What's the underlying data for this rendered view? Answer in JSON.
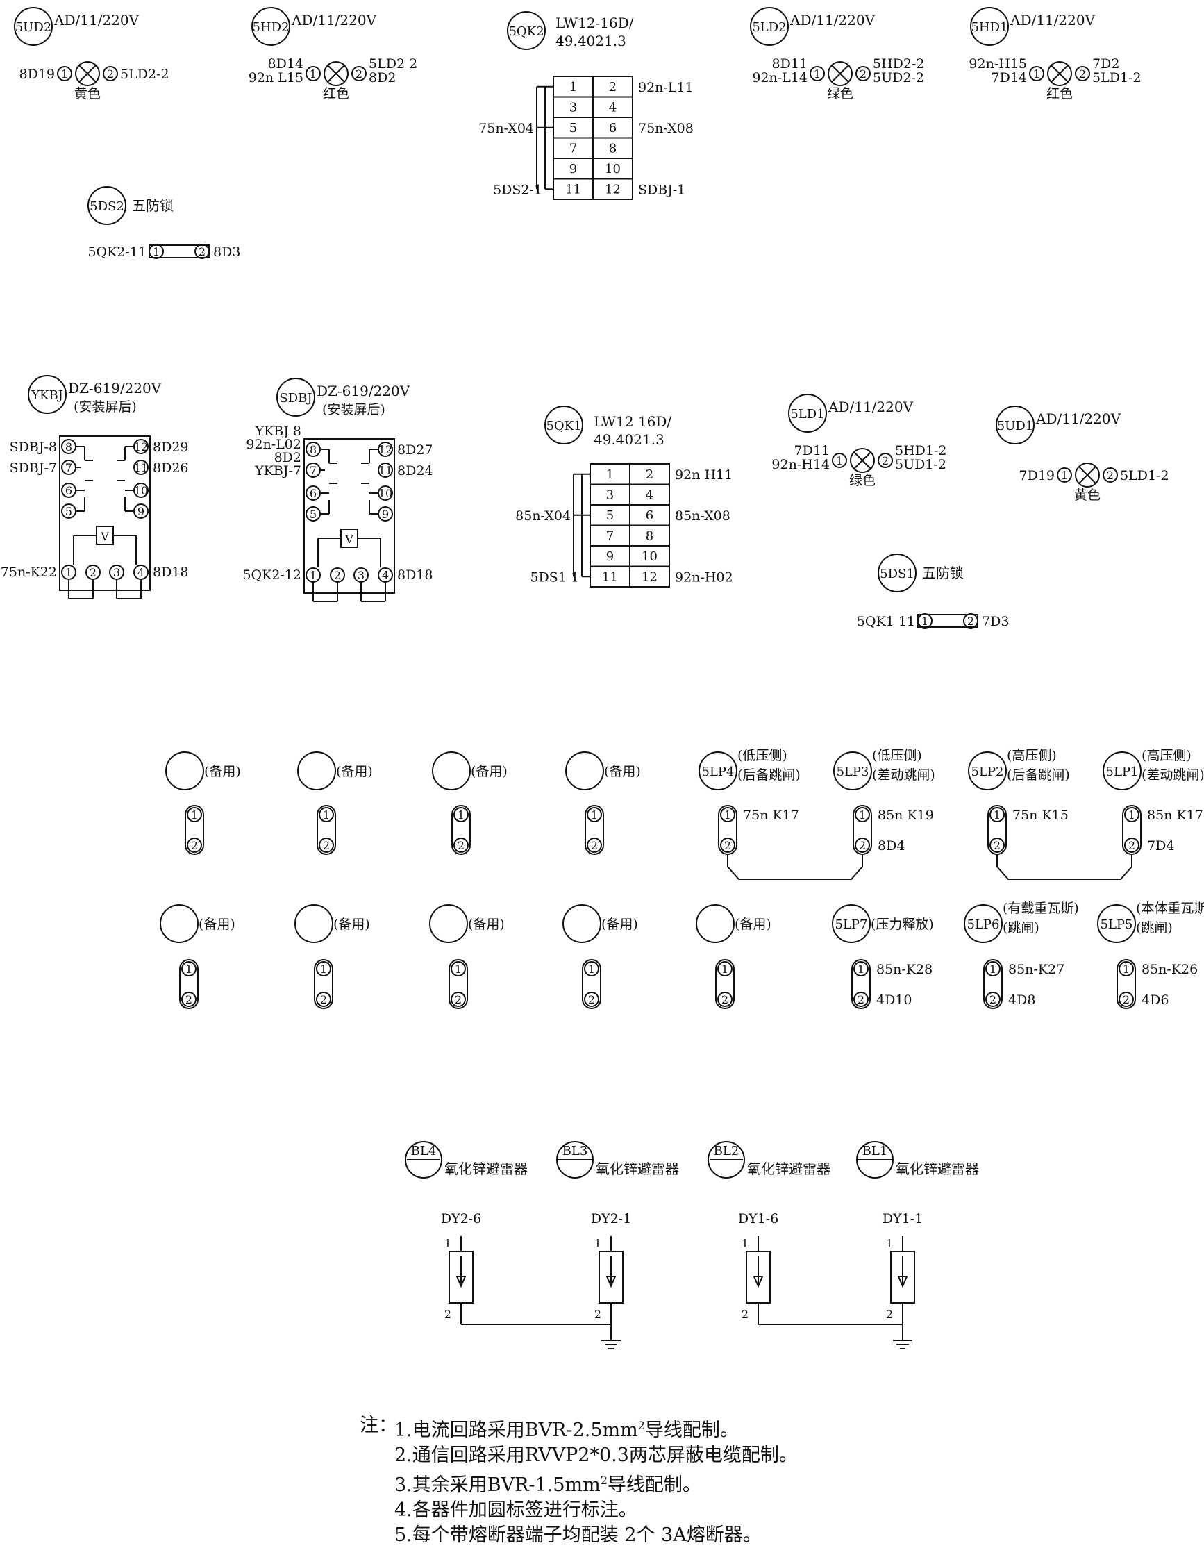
{
  "indicator_lamps": [
    {
      "tag": "5UD2",
      "model": "AD/11/220V",
      "left_terms": [
        "8D19"
      ],
      "right_terms": [
        "5LD2-2"
      ],
      "color": "黄色"
    },
    {
      "tag": "5HD2",
      "model": "AD/11/220V",
      "left_terms": [
        "8D14",
        "92n L15"
      ],
      "right_terms": [
        "5LD2 2",
        "8D2"
      ],
      "color": "红色"
    },
    {
      "tag": "5LD2",
      "model": "AD/11/220V",
      "left_terms": [
        "8D11",
        "92n-L14"
      ],
      "right_terms": [
        "5HD2-2",
        "5UD2-2"
      ],
      "color": "绿色"
    },
    {
      "tag": "5HD1",
      "model": "AD/11/220V",
      "left_terms": [
        "92n-H15",
        "7D14"
      ],
      "right_terms": [
        "7D2",
        "5LD1-2"
      ],
      "color": "红色"
    },
    {
      "tag": "5LD1",
      "model": "AD/11/220V",
      "left_terms": [
        "7D11",
        "92n-H14"
      ],
      "right_terms": [
        "5HD1-2",
        "5UD1-2"
      ],
      "color": "绿色"
    },
    {
      "tag": "5UD1",
      "model": "AD/11/220V",
      "left_terms": [
        "7D19"
      ],
      "right_terms": [
        "5LD1-2"
      ],
      "color": "黄色"
    }
  ],
  "interlocks": [
    {
      "tag": "5DS2",
      "name": "五防锁",
      "left": "5QK2-11",
      "right": "8D3"
    },
    {
      "tag": "5DS1",
      "name": "五防锁",
      "left": "5QK1 11",
      "right": "7D3"
    }
  ],
  "switches": [
    {
      "tag": "5QK2",
      "model": [
        "LW12-16D/",
        "49.4021.3"
      ],
      "cells": [
        [
          "1",
          "2"
        ],
        [
          "3",
          "4"
        ],
        [
          "5",
          "6"
        ],
        [
          "7",
          "8"
        ],
        [
          "9",
          "10"
        ],
        [
          "11",
          "12"
        ]
      ],
      "top_right": "92n-L11",
      "mid_left": "75n-X04",
      "mid_right": "75n-X08",
      "bottom_left": "5DS2-1",
      "bottom_right": "SDBJ-1"
    },
    {
      "tag": "5QK1",
      "model": [
        "LW12 16D/",
        "49.4021.3"
      ],
      "cells": [
        [
          "1",
          "2"
        ],
        [
          "3",
          "4"
        ],
        [
          "5",
          "6"
        ],
        [
          "7",
          "8"
        ],
        [
          "9",
          "10"
        ],
        [
          "11",
          "12"
        ]
      ],
      "top_right": "92n H11",
      "mid_left": "85n-X04",
      "mid_right": "85n-X08",
      "bottom_left": "5DS1 1",
      "bottom_right": "92n-H02"
    }
  ],
  "relays": [
    {
      "tag": "YKBJ",
      "model": "DZ-619/220V",
      "note": "(安装屏后)",
      "left_terms": [
        "SDBJ-8",
        "SDBJ-7"
      ],
      "right_terms": [
        "8D29",
        "8D26"
      ],
      "bottom_left": "75n-K22",
      "bottom_right": "8D18",
      "coil": "V"
    },
    {
      "tag": "SDBJ",
      "model": "DZ-619/220V",
      "note": "(安装屏后)",
      "left_terms": [
        "YKBJ 8",
        "92n-L02",
        "8D2",
        "YKBJ-7"
      ],
      "right_terms": [
        "8D27",
        "8D24"
      ],
      "bottom_left": "5QK2-12",
      "bottom_right": "8D18",
      "coil": "V"
    }
  ],
  "relay_pins": {
    "top_left": "8",
    "mid_left": "7",
    "left_a": "6",
    "left_b": "5",
    "top_right": "12",
    "mid_right": "11",
    "right_a": "10",
    "right_b": "9",
    "bottom": [
      "1",
      "2",
      "3",
      "4"
    ]
  },
  "platen_row1": [
    {
      "tag": "",
      "l1": "(备用)",
      "l2": "",
      "t1": "",
      "t2": ""
    },
    {
      "tag": "",
      "l1": "(备用)",
      "l2": "",
      "t1": "",
      "t2": ""
    },
    {
      "tag": "",
      "l1": "(备用)",
      "l2": "",
      "t1": "",
      "t2": ""
    },
    {
      "tag": "",
      "l1": "(备用)",
      "l2": "",
      "t1": "",
      "t2": ""
    },
    {
      "tag": "5LP4",
      "l1": "(低压侧)",
      "l2": "(后备跳闸)",
      "t1": "75n K17",
      "t2": ""
    },
    {
      "tag": "5LP3",
      "l1": "(低压侧)",
      "l2": "(差动跳闸)",
      "t1": "85n K19",
      "t2": "8D4"
    },
    {
      "tag": "5LP2",
      "l1": "(高压侧)",
      "l2": "(后备跳闸)",
      "t1": "75n K15",
      "t2": ""
    },
    {
      "tag": "5LP1",
      "l1": "(高压侧)",
      "l2": "(差动跳闸)",
      "t1": "85n K17",
      "t2": "7D4"
    }
  ],
  "platen_row2": [
    {
      "tag": "",
      "l1": "(备用)",
      "l2": "",
      "t1": "",
      "t2": ""
    },
    {
      "tag": "",
      "l1": "(备用)",
      "l2": "",
      "t1": "",
      "t2": ""
    },
    {
      "tag": "",
      "l1": "(备用)",
      "l2": "",
      "t1": "",
      "t2": ""
    },
    {
      "tag": "",
      "l1": "(备用)",
      "l2": "",
      "t1": "",
      "t2": ""
    },
    {
      "tag": "",
      "l1": "(备用)",
      "l2": "",
      "t1": "",
      "t2": ""
    },
    {
      "tag": "5LP7",
      "l1": "(压力释放)",
      "l2": "",
      "t1": "85n-K28",
      "t2": "4D10"
    },
    {
      "tag": "5LP6",
      "l1": "(有载重瓦斯)",
      "l2": "(跳闸)",
      "t1": "85n-K27",
      "t2": "4D8"
    },
    {
      "tag": "5LP5",
      "l1": "(本体重瓦斯)",
      "l2": "(跳闸)",
      "t1": "85n-K26",
      "t2": "4D6"
    }
  ],
  "pin_labels": [
    "1",
    "2"
  ],
  "arresters": [
    {
      "tag": "BL4",
      "name": "氧化锌避雷器",
      "term": "DY2-6"
    },
    {
      "tag": "BL3",
      "name": "氧化锌避雷器",
      "term": "DY2-1"
    },
    {
      "tag": "BL2",
      "name": "氧化锌避雷器",
      "term": "DY1-6"
    },
    {
      "tag": "BL1",
      "name": "氧化锌避雷器",
      "term": "DY1-1"
    }
  ],
  "notes": {
    "head": "注：",
    "lines": [
      {
        "pre": "1.电流回路采用BVR-2.5mm",
        "sup": "2",
        "post": "导线配制。"
      },
      {
        "pre": "2.通信回路采用RVVP2*0.3两芯屏蔽电缆配制。",
        "sup": "",
        "post": ""
      },
      {
        "pre": "3.其余采用BVR-1.5mm",
        "sup": "2",
        "post": "导线配制。"
      },
      {
        "pre": "4.各器件加圆标签进行标注。",
        "sup": "",
        "post": ""
      },
      {
        "pre": "5.每个带熔断器端子均配装 2个 3A熔断器。",
        "sup": "",
        "post": ""
      }
    ]
  }
}
